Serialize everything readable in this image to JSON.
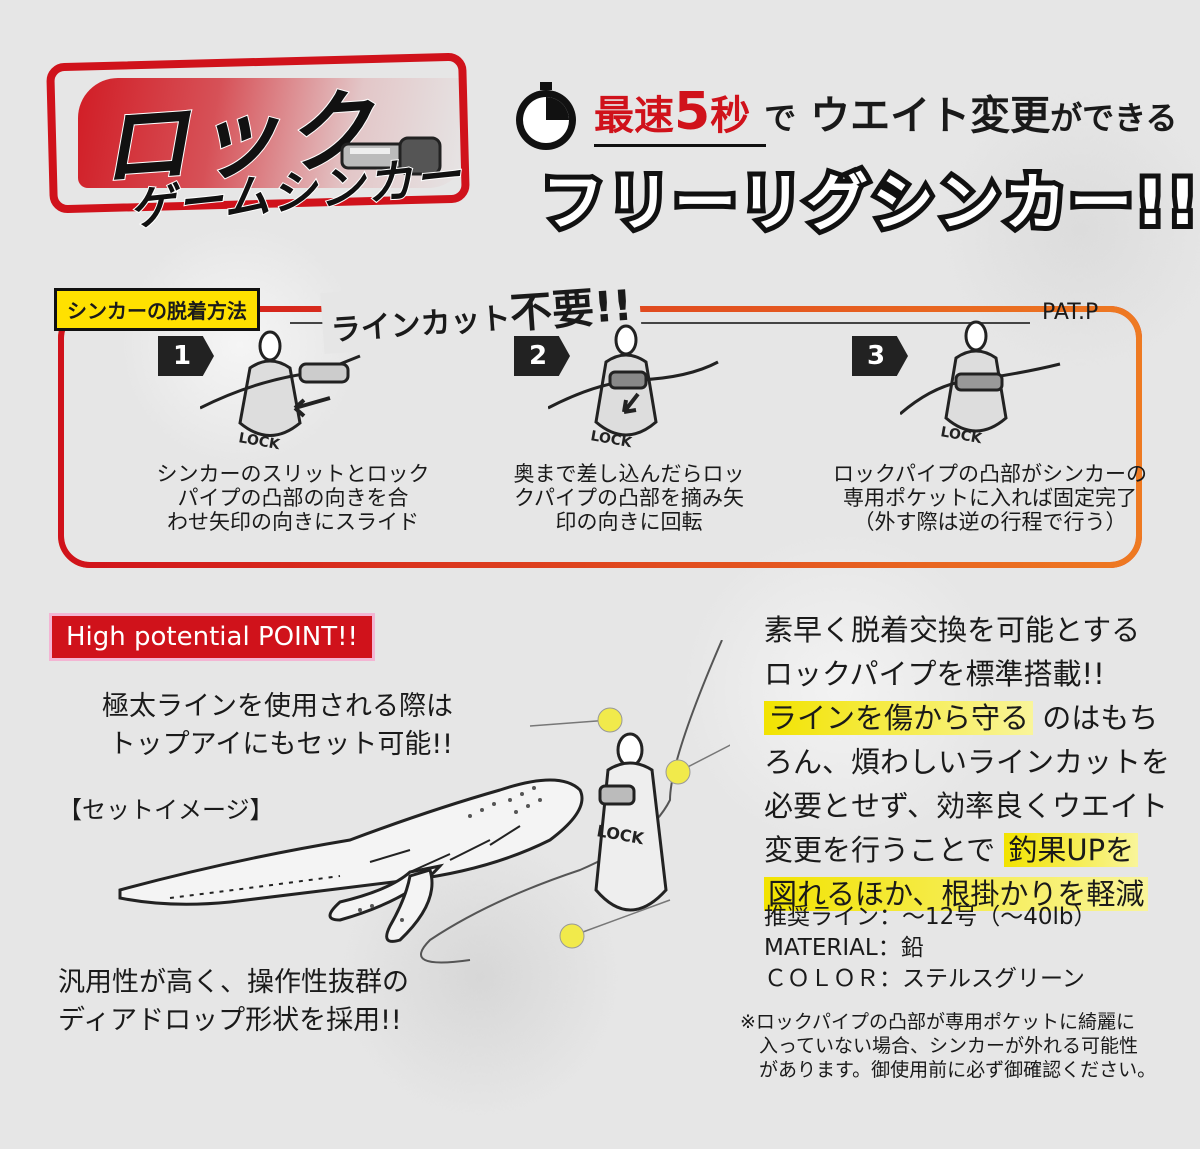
{
  "header": {
    "logo_line1": "ロック",
    "logo_line2": "ゲームシンカー",
    "tagline_part1": "最速",
    "tagline_num": "5",
    "tagline_unit": "秒",
    "tagline_part2": "で",
    "tagline_part3": "ウエイト変更",
    "tagline_part4": "ができる",
    "main_title": "フリーリグシンカー!!"
  },
  "howto": {
    "label": "シンカーの脱着方法",
    "line_cut": "ラインカット",
    "line_cut_big": "不要!!",
    "pat": "PAT.P",
    "steps": [
      {
        "num": "1",
        "text": "シンカーのスリットとロック\nパイプの凸部の向きを合\nわせ矢印の向きにスライド",
        "lock": "LOCK"
      },
      {
        "num": "2",
        "text": "奥まで差し込んだらロッ\nクパイプの凸部を摘み矢\n印の向きに回転",
        "lock": "LOCK"
      },
      {
        "num": "3",
        "text": "ロックパイプの凸部がシンカーの\n専用ポケットに入れば固定完了\n（外す際は逆の行程で行う）",
        "lock": "LOCK"
      }
    ]
  },
  "point": {
    "label": "High potential POINT!!",
    "callout_top": "極太ラインを使用される際は\nトップアイにもセット可能!!",
    "set_image": "【セットイメージ】",
    "callout_bottom": "汎用性が高く、操作性抜群の\nディアドロップ形状を採用!!",
    "figure_lock": "LOCK",
    "desc": {
      "p1": "素早く脱着交換を可能とする",
      "p2": "ロックパイプを標準搭載!!",
      "hl1": "ラインを傷から守る",
      "p3": "のはもち",
      "p4": "ろん、煩わしいラインカットを",
      "p5": "必要とせず、効率良くウエイト",
      "p6": "変更を行うことで",
      "hl2": "釣果UPを",
      "hl3": "図れるほか、根掛かりを軽減"
    },
    "specs": {
      "line_label": "推奨ライン",
      "line_value": "：〜12号（〜40lb）",
      "material_label": "MATERIAL",
      "material_value": "：鉛",
      "color_label": "ＣＯＬＯＲ",
      "color_value": "：ステルスグリーン"
    },
    "note": "※ロックパイプの凸部が専用ポケットに綺麗に\n　入っていない場合、シンカーが外れる可能性\n　があります。御使用前に必ず御確認ください。"
  },
  "colors": {
    "accent_red": "#d0121b",
    "accent_orange": "#ee7a22",
    "highlight_yellow": "#f2e300",
    "label_yellow": "#ffe100"
  }
}
